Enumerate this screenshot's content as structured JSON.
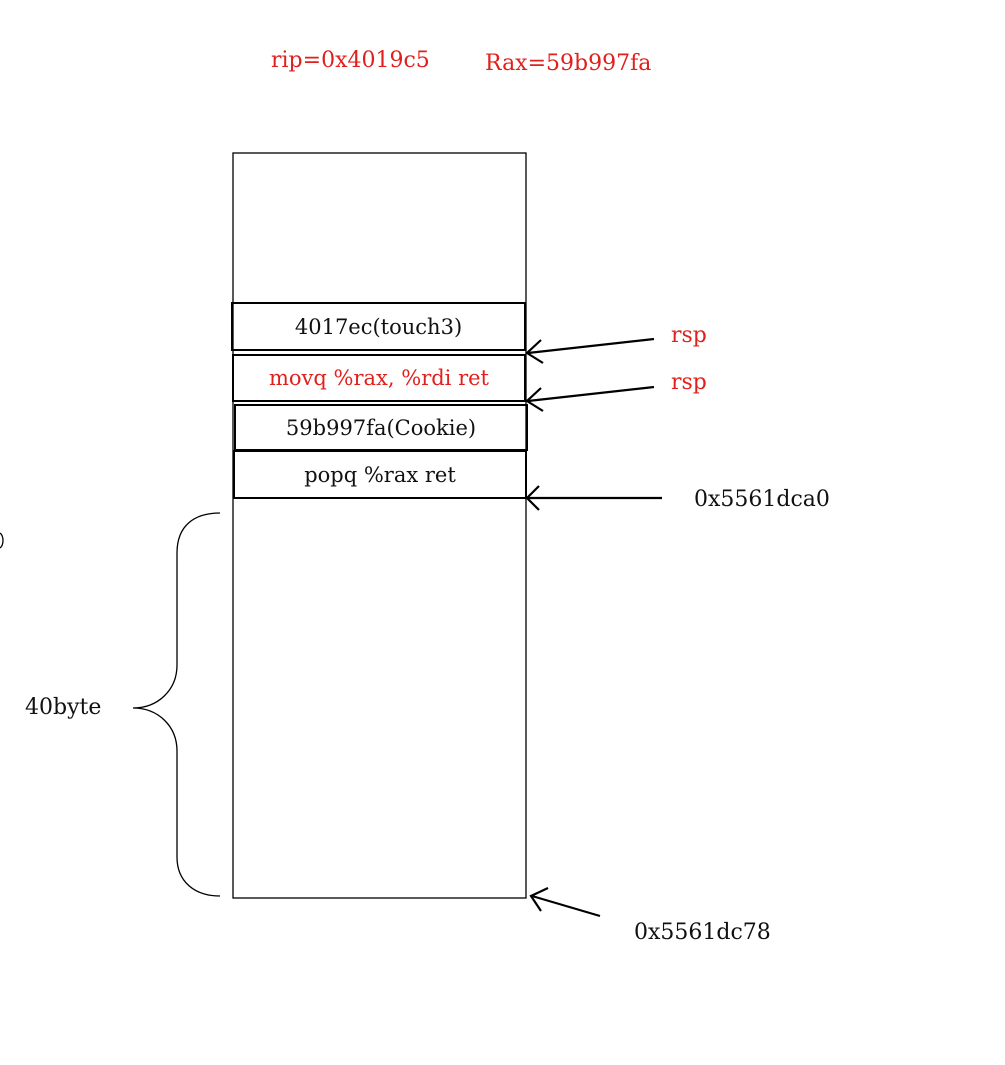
{
  "registers": {
    "rip": "rip=0x4019c5",
    "rax": "Rax=59b997fa"
  },
  "stack_cells": [
    {
      "label": "4017ec(touch3)",
      "color": "#111111"
    },
    {
      "label": "movq %rax, %rdi ret",
      "color": "#e0201c"
    },
    {
      "label": "59b997fa(Cookie)",
      "color": "#111111"
    },
    {
      "label": "popq %rax ret",
      "color": "#111111"
    }
  ],
  "pointers": {
    "rsp_1": "rsp",
    "rsp_2": "rsp",
    "addr_top": "0x5561dca0",
    "addr_bottom": "0x5561dc78"
  },
  "brace_label": "40byte",
  "colors": {
    "accent": "#e0201c",
    "ink": "#111111"
  }
}
